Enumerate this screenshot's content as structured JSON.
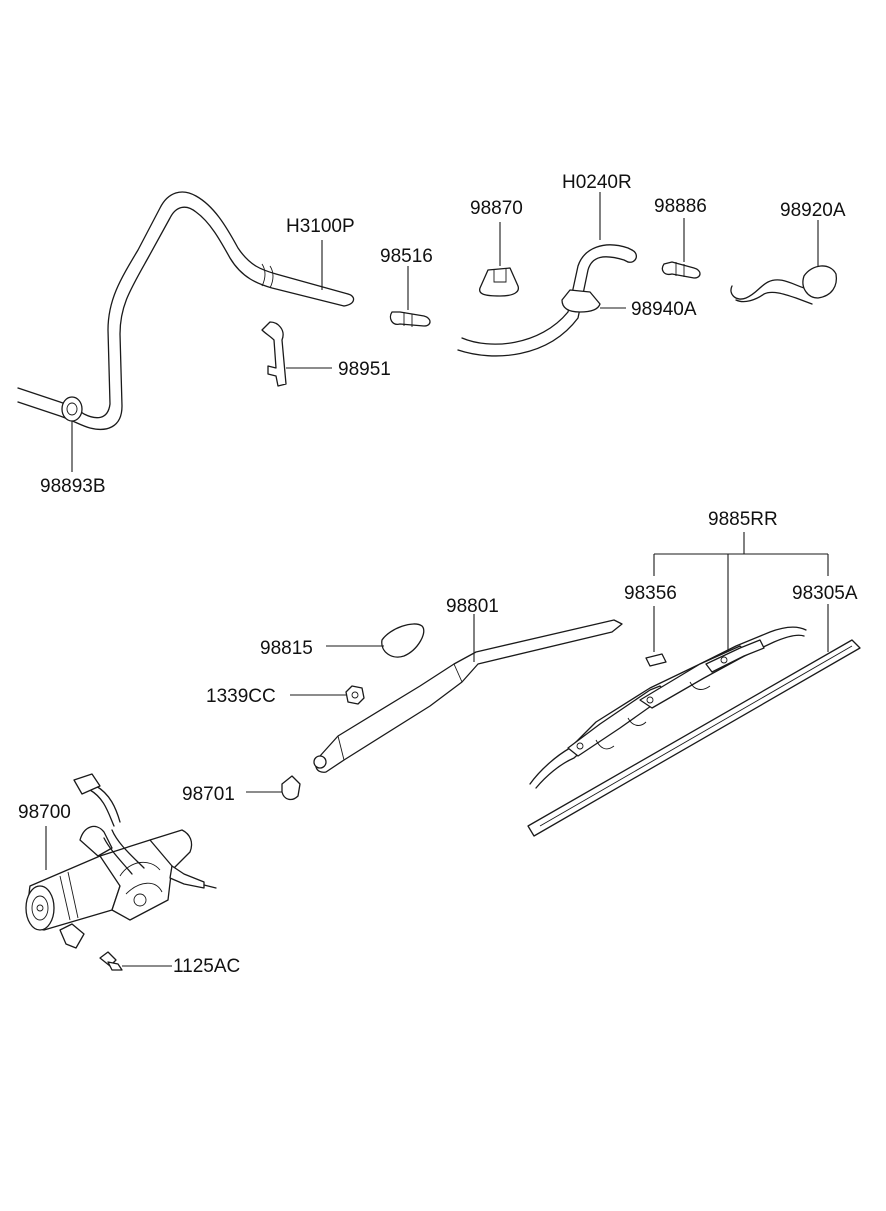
{
  "labels": {
    "p98893B": "98893B",
    "pH3100P": "H3100P",
    "p98516": "98516",
    "p98951": "98951",
    "p98870": "98870",
    "pH0240R": "H0240R",
    "p98940A": "98940A",
    "p98886": "98886",
    "p98920A": "98920A",
    "p9885RR": "9885RR",
    "p98356": "98356",
    "p98305A": "98305A",
    "p98801": "98801",
    "p98815": "98815",
    "p1339CC": "1339CC",
    "p98701": "98701",
    "p98700": "98700",
    "p1125AC": "1125AC"
  }
}
